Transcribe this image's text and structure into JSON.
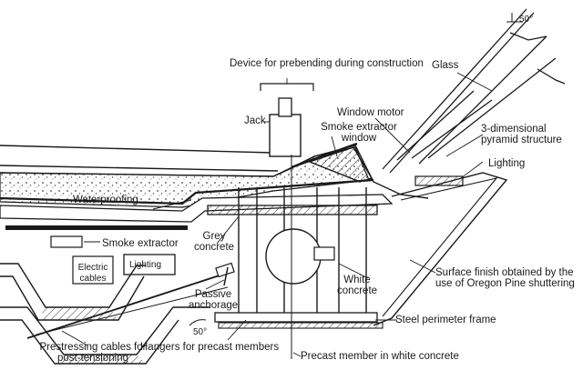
{
  "labels": {
    "device_prebending": "Device for prebending during construction",
    "jack": "Jack",
    "glass": "Glass",
    "angle_top": "50°",
    "window_motor": "Window motor",
    "smoke_extractor_window": "Smoke extractor window",
    "pyramid_structure": "3-dimensional pyramid structure",
    "lighting_right": "Lighting",
    "waterproofing": "Waterproofing",
    "smoke_extractor": "Smoke extractor",
    "grey_concrete": "Grey concrete",
    "electric_cables": "Electric cables",
    "lighting_box": "Lighting",
    "white_concrete": "White concrete",
    "surface_finish": "Surface finish obtained by the use of Oregon Pine shuttering",
    "passive_anchorage": "Passive anchorage",
    "angle_bottom": "50°",
    "steel_perimeter_frame": "Steel perimeter frame",
    "prestressing_cables": "Prestressing cables for post-tensioning",
    "hangers": "Hangers for precast members",
    "precast_member": "Precast member in white concrete"
  },
  "colors": {
    "ink": "#1a1a1a",
    "paper": "#ffffff",
    "hatch": "#555555"
  }
}
